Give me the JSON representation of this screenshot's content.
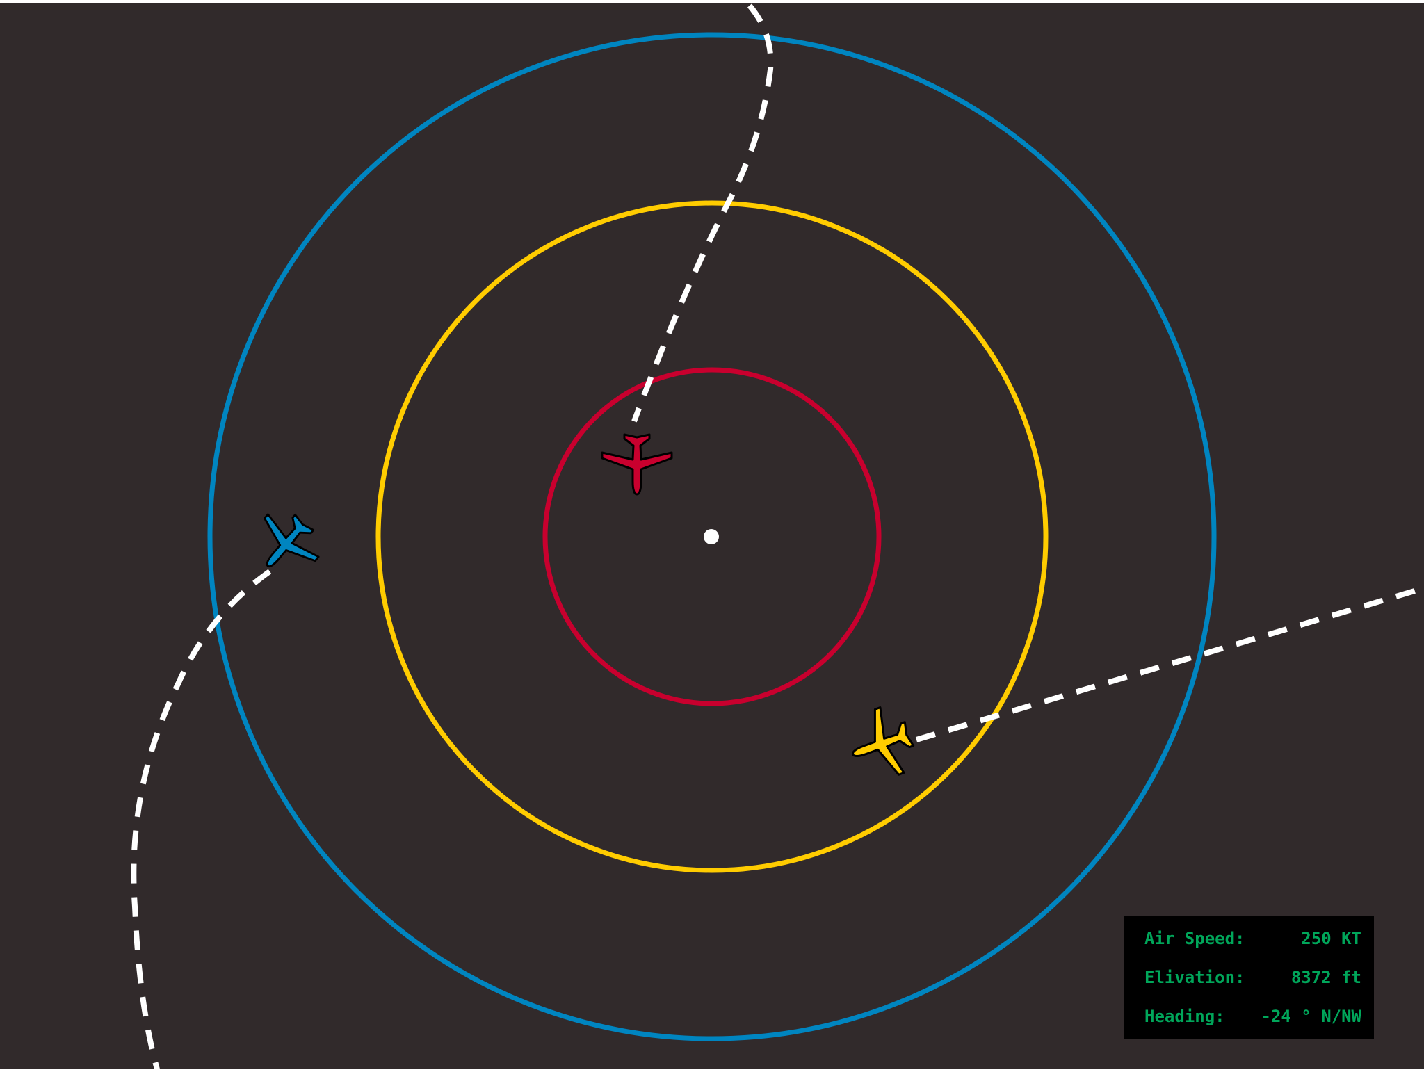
{
  "colors": {
    "background": "#312a2b",
    "ring_inner": "#c8002e",
    "ring_middle": "#ffcc00",
    "ring_outer": "#0085c0",
    "track": "#ffffff",
    "panel_background": "#000000",
    "panel_text": "#00a65a"
  },
  "aircraft": [
    {
      "name": "red-aircraft",
      "color": "#c8002e",
      "icon": "airplane-icon"
    },
    {
      "name": "blue-aircraft",
      "color": "#0085c0",
      "icon": "airplane-icon"
    },
    {
      "name": "yellow-aircraft",
      "color": "#ffcc00",
      "icon": "airplane-icon"
    }
  ],
  "info_panel": {
    "air_speed_label": "Air Speed:",
    "air_speed_value": "250 KT",
    "elevation_label": "Elivation:",
    "elevation_value": "8372 ft",
    "heading_label": "Heading:",
    "heading_value": "-24 ° N/NW"
  }
}
